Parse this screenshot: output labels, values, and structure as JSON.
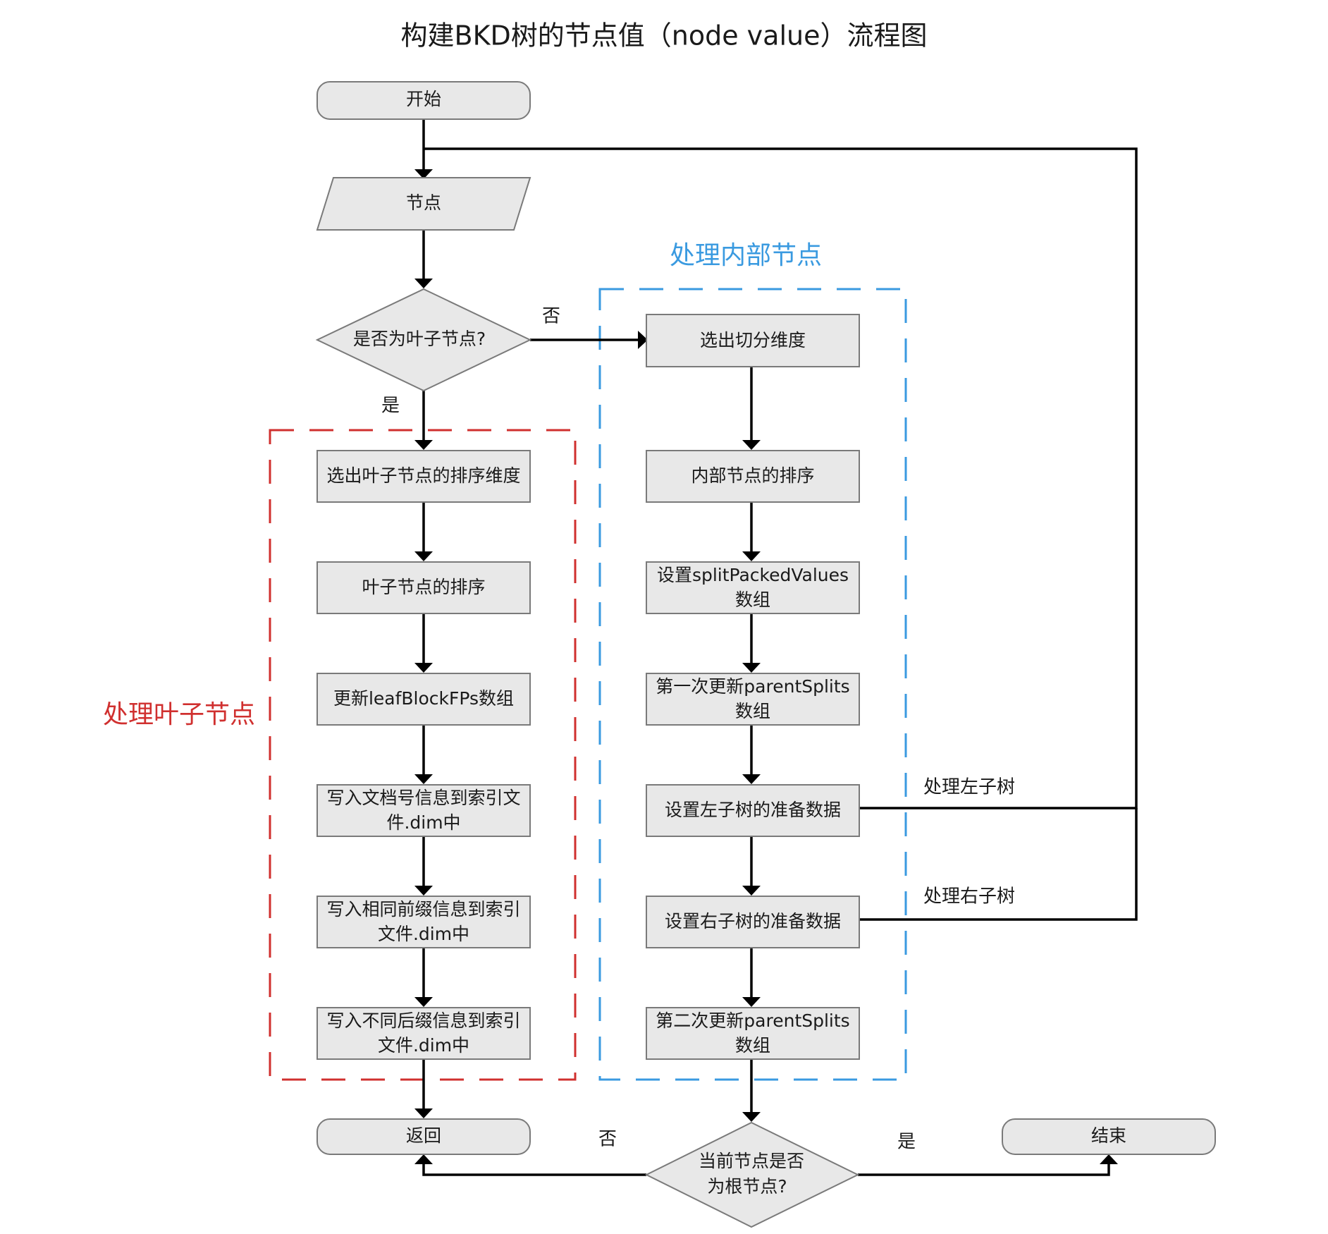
{
  "title": "构建BKD树的节点值（node value）流程图",
  "colors": {
    "leaf_group": "#d0302f",
    "internal_group": "#3a9ae0"
  },
  "groups": {
    "leaf": {
      "label": "处理叶子节点"
    },
    "internal": {
      "label": "处理内部节点"
    }
  },
  "nodes": {
    "start": {
      "lines": [
        "开始"
      ]
    },
    "node": {
      "lines": [
        "节点"
      ]
    },
    "is_leaf": {
      "lines": [
        "是否为叶子节点?"
      ]
    },
    "leaf_select_dim": {
      "lines": [
        "选出叶子节点的排序维度"
      ]
    },
    "leaf_sort": {
      "lines": [
        "叶子节点的排序"
      ]
    },
    "update_leaf_fps": {
      "lines": [
        "更新leafBlockFPs数组"
      ]
    },
    "write_docid": {
      "lines": [
        "写入文档号信息到索引文",
        "件.dim中"
      ]
    },
    "write_common_prefix": {
      "lines": [
        "写入相同前缀信息到索引",
        "文件.dim中"
      ]
    },
    "write_suffix": {
      "lines": [
        "写入不同后缀信息到索引",
        "文件.dim中"
      ]
    },
    "return": {
      "lines": [
        "返回"
      ]
    },
    "select_split_dim": {
      "lines": [
        "选出切分维度"
      ]
    },
    "internal_sort": {
      "lines": [
        "内部节点的排序"
      ]
    },
    "set_split_packed": {
      "lines": [
        "设置splitPackedValues",
        "数组"
      ]
    },
    "update_parent_1": {
      "lines": [
        "第一次更新parentSplits",
        "数组"
      ]
    },
    "prepare_left": {
      "lines": [
        "设置左子树的准备数据"
      ]
    },
    "prepare_right": {
      "lines": [
        "设置右子树的准备数据"
      ]
    },
    "update_parent_2": {
      "lines": [
        "第二次更新parentSplits",
        "数组"
      ]
    },
    "is_root": {
      "lines": [
        "当前节点是否",
        "为根节点?"
      ]
    },
    "end": {
      "lines": [
        "结束"
      ]
    }
  },
  "edge_labels": {
    "leaf_no": "否",
    "leaf_yes": "是",
    "root_no": "否",
    "root_yes": "是",
    "left_subtree": "处理左子树",
    "right_subtree": "处理右子树"
  }
}
